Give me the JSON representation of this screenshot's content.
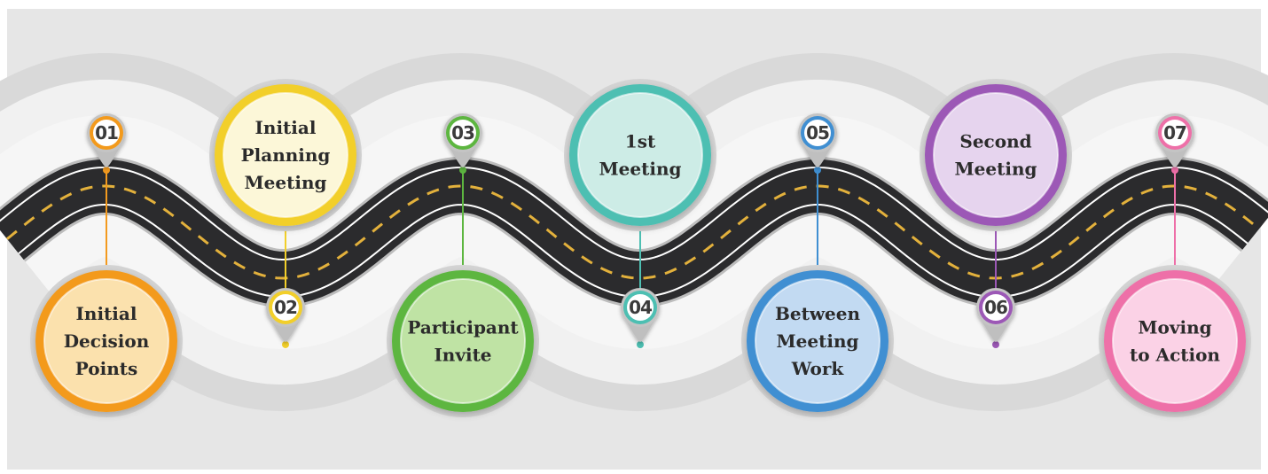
{
  "roadmap": {
    "colors": {
      "page": "#ffffff",
      "backdrop": "#e6e6e6",
      "road": "#2b2b2d",
      "road_edge": "#ffffff",
      "lane_marking": "#e3b13c"
    },
    "milestones": [
      {
        "number": "01",
        "lines": [
          "Initial",
          "Decision",
          "Points"
        ],
        "color": "#f39a1e",
        "fill": "#fbe1ad",
        "placement": "below"
      },
      {
        "number": "02",
        "lines": [
          "Initial",
          "Planning",
          "Meeting"
        ],
        "color": "#f2cf2a",
        "fill": "#fcf7d8",
        "placement": "above"
      },
      {
        "number": "03",
        "lines": [
          "Participant",
          "Invite"
        ],
        "color": "#5db640",
        "fill": "#bfe3a4",
        "placement": "below"
      },
      {
        "number": "04",
        "lines": [
          "1st",
          "Meeting"
        ],
        "color": "#4dbfb2",
        "fill": "#cdece6",
        "placement": "above"
      },
      {
        "number": "05",
        "lines": [
          "Between",
          "Meeting",
          "Work"
        ],
        "color": "#3f8fd2",
        "fill": "#c2daf2",
        "placement": "below"
      },
      {
        "number": "06",
        "lines": [
          "Second",
          "Meeting"
        ],
        "color": "#9c58b6",
        "fill": "#e6d4ee",
        "placement": "above"
      },
      {
        "number": "07",
        "lines": [
          "Moving",
          "to Action"
        ],
        "color": "#ee6fa8",
        "fill": "#fbd2e6",
        "placement": "below"
      }
    ]
  }
}
